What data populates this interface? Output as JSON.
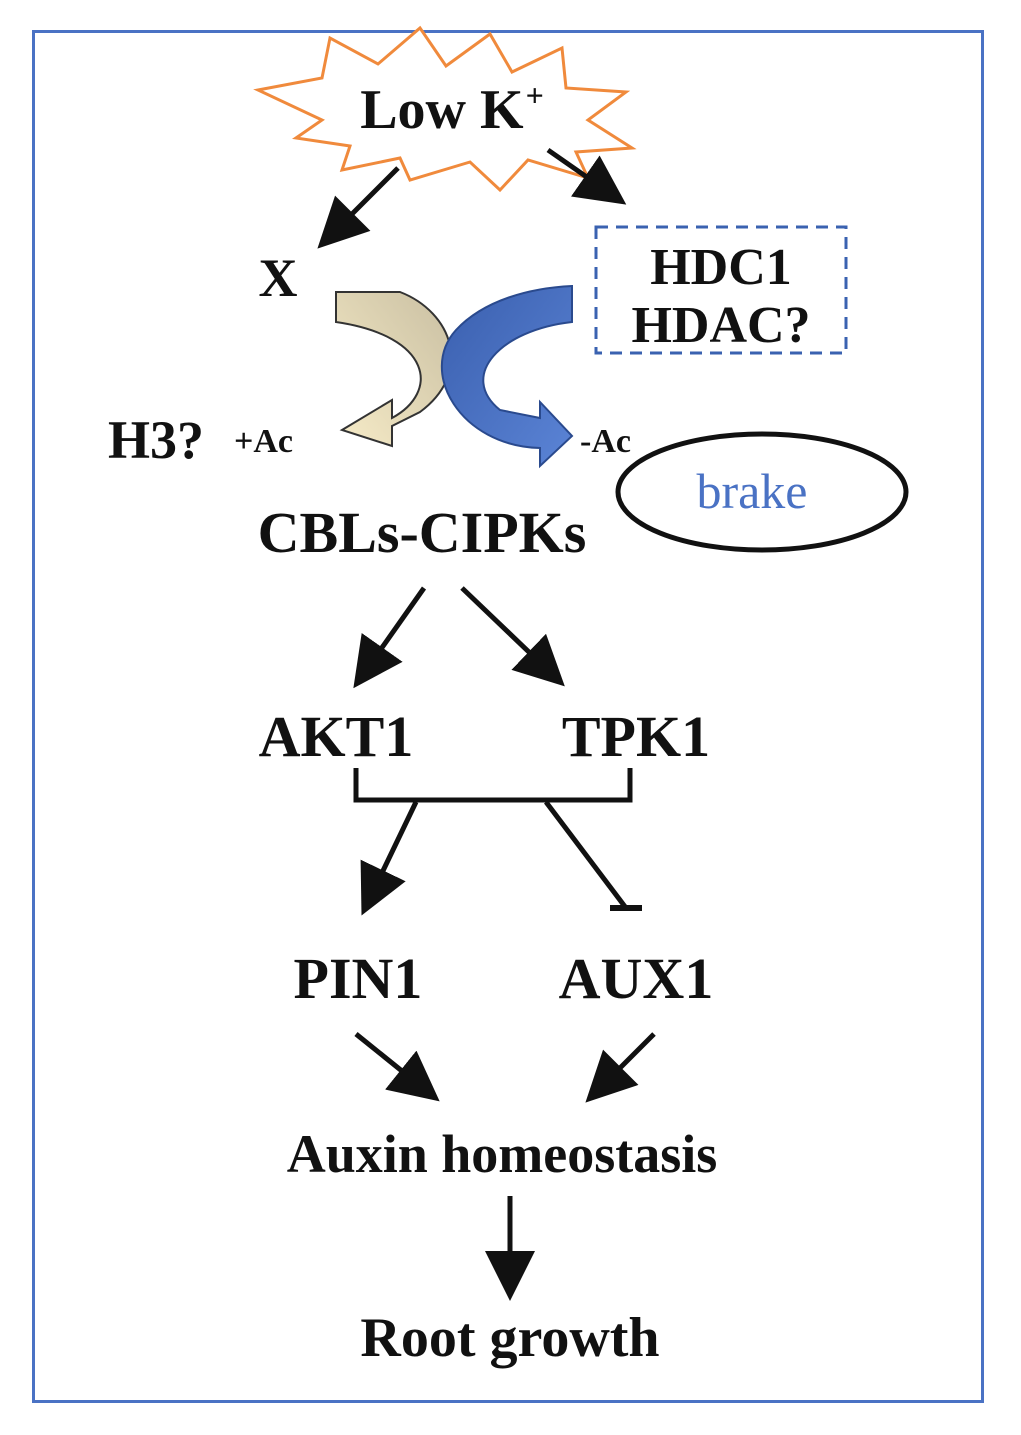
{
  "nodes": {
    "trigger": {
      "text": "Low K",
      "superscript": "+"
    },
    "x": "X",
    "hdc1": "HDC1",
    "hdac": "HDAC?",
    "h3": "H3?",
    "plus_ac": "+Ac",
    "minus_ac": "-Ac",
    "brake": "brake",
    "cbls_cipks": "CBLs-CIPKs",
    "akt1": "AKT1",
    "tpk1": "TPK1",
    "pin1": "PIN1",
    "aux1": "AUX1",
    "auxin": "Auxin homeostasis",
    "root": "Root growth"
  },
  "colors": {
    "frame": "#4a72c4",
    "starburst": "#f08a3c",
    "dashed_box": "#3a62b0",
    "left_curved_arrow": "#c9bfa2",
    "left_curved_arrow_light": "#f7ecc8",
    "right_curved_arrow": "#3a5fae",
    "right_curved_arrow_light": "#5b84d6",
    "brake_text": "#4a72c4",
    "text": "#111111"
  },
  "edges": [
    {
      "from": "Low K+",
      "to": "X",
      "type": "activation"
    },
    {
      "from": "Low K+",
      "to": "HDC1/HDAC?",
      "type": "activation"
    },
    {
      "from": "X",
      "to": "H3? +Ac",
      "type": "acetylation"
    },
    {
      "from": "HDC1/HDAC?",
      "to": "-Ac",
      "type": "deacetylation"
    },
    {
      "from": "CBLs-CIPKs",
      "to": "AKT1",
      "type": "activation"
    },
    {
      "from": "CBLs-CIPKs",
      "to": "TPK1",
      "type": "activation"
    },
    {
      "from": "AKT1/TPK1",
      "to": "PIN1",
      "type": "activation"
    },
    {
      "from": "AKT1/TPK1",
      "to": "AUX1",
      "type": "inhibition"
    },
    {
      "from": "PIN1",
      "to": "Auxin homeostasis",
      "type": "activation"
    },
    {
      "from": "AUX1",
      "to": "Auxin homeostasis",
      "type": "activation"
    },
    {
      "from": "Auxin homeostasis",
      "to": "Root growth",
      "type": "activation"
    }
  ]
}
